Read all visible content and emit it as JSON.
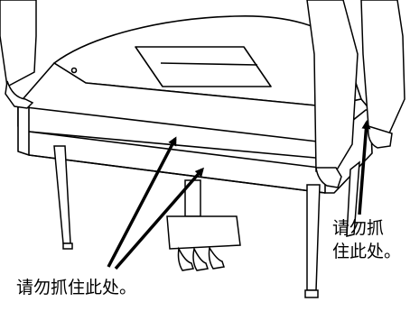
{
  "figure": {
    "subject": "piano-handling-illustration",
    "line_color": "#000000",
    "fill_color": "#ffffff"
  },
  "labels": {
    "front_warning": "请勿抓住此处。",
    "side_warning_line1": "请勿抓",
    "side_warning_line2": "住此处。"
  }
}
